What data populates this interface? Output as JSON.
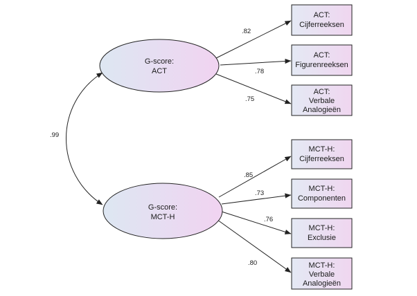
{
  "latents": [
    {
      "id": "act",
      "lines": [
        "G-score:",
        "ACT"
      ]
    },
    {
      "id": "mcth",
      "lines": [
        "G-score:",
        "MCT-H"
      ]
    }
  ],
  "indicators": [
    {
      "id": "act-cijfer",
      "lines": [
        "ACT:",
        "Cijferreeksen"
      ],
      "coef": ".82"
    },
    {
      "id": "act-figuren",
      "lines": [
        "ACT:",
        "Figurenreeksen"
      ],
      "coef": ".78"
    },
    {
      "id": "act-verbaal",
      "lines": [
        "ACT:",
        "Verbale",
        "Analogieën"
      ],
      "coef": ".75"
    },
    {
      "id": "mcth-cijfer",
      "lines": [
        "MCT-H:",
        "Cijferreeksen"
      ],
      "coef": ".85"
    },
    {
      "id": "mcth-comp",
      "lines": [
        "MCT-H:",
        "Componenten"
      ],
      "coef": ".73"
    },
    {
      "id": "mcth-excl",
      "lines": [
        "MCT-H:",
        "Exclusie"
      ],
      "coef": ".76"
    },
    {
      "id": "mcth-verbaal",
      "lines": [
        "MCT-H:",
        "Verbale",
        "Analogieën"
      ],
      "coef": ".80"
    }
  ],
  "correlation": ".99",
  "colors": {
    "stroke": "#222222",
    "ellipse_from": "#dde7f2",
    "ellipse_to": "#f1d3f1",
    "box_from": "#e4e9f4",
    "box_to": "#f0d6f0"
  }
}
